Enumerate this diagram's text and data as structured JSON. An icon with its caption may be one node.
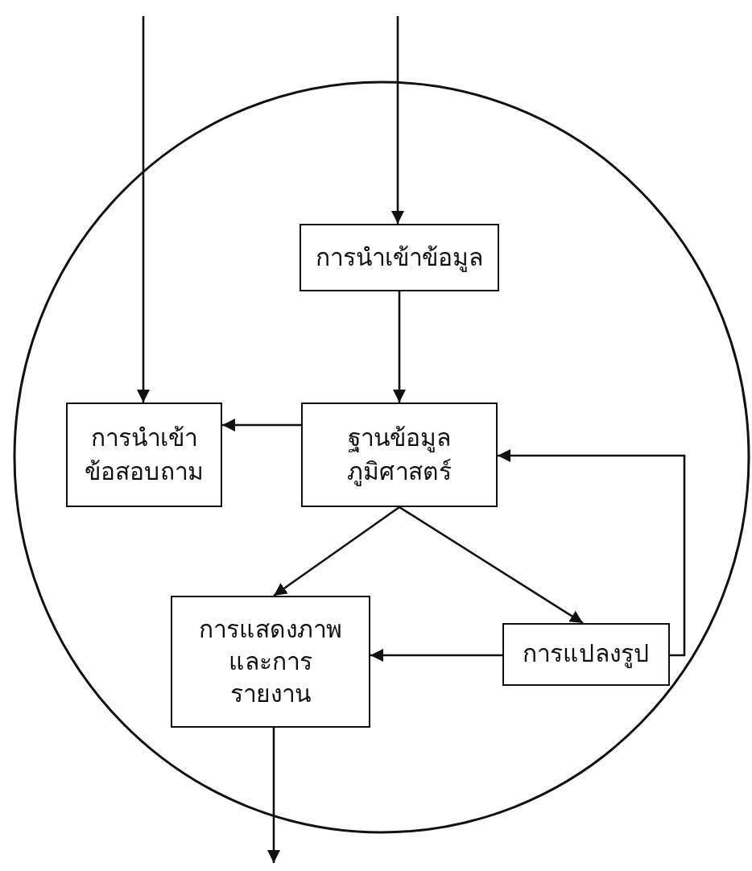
{
  "diagram": {
    "nodes": [
      {
        "text": [],
        "shape": "circle"
      },
      {
        "text": [
          "การนำเข้าข้อมูล"
        ],
        "in": 0
      },
      {
        "text": [
          "การนำเข้าข้อสอบถาม"
        ],
        "in": 0
      },
      {
        "text": [
          "ฐานข้อมูลภูมิศาสตร์"
        ],
        "in": 0
      },
      {
        "text": [
          "การแสดงภาพและการรายงาน"
        ],
        "in": 0
      },
      {
        "text": [
          "การแปลงรูป"
        ],
        "in": 0
      }
    ],
    "edges": [
      {
        "from": null,
        "to": 1,
        "arrow": "to"
      },
      {
        "from": null,
        "to": 2,
        "arrow": "to"
      },
      {
        "from": 1,
        "to": 3,
        "arrow": "to"
      },
      {
        "from": 3,
        "to": 2,
        "arrow": "to"
      },
      {
        "from": 3,
        "to": 4,
        "arrow": "to"
      },
      {
        "from": 3,
        "to": 5,
        "arrow": "to"
      },
      {
        "from": 5,
        "to": 4,
        "arrow": "to"
      },
      {
        "from": 5,
        "to": 3,
        "arrow": "to"
      },
      {
        "from": 4,
        "to": null,
        "arrow": "to"
      }
    ]
  }
}
